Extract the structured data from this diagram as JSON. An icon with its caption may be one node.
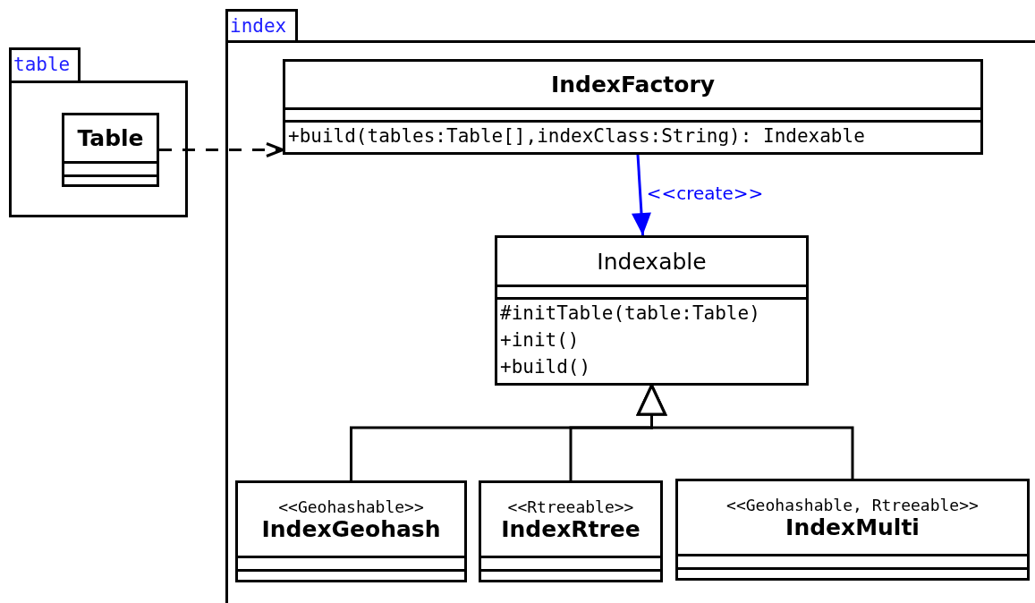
{
  "diagram": {
    "nodes": [
      {
        "text": [
          "table"
        ]
      },
      {
        "text": [
          "Table"
        ],
        "in": 0
      },
      {
        "text": [
          "index"
        ]
      },
      {
        "text": [
          "IndexFactory",
          "+build(tables:Table[],indexClass:String): Indexable"
        ],
        "in": 2
      },
      {
        "text": [
          "Indexable",
          "#initTable(table:Table)",
          "+init()",
          "+build()"
        ],
        "in": 2
      },
      {
        "text": [
          "<<Geohashable>>",
          "IndexGeohash"
        ],
        "in": 2
      },
      {
        "text": [
          "<<Rtreeable>>",
          "IndexRtree"
        ],
        "in": 2
      },
      {
        "text": [
          "<<Geohashable, Rtreeable>>",
          "IndexMulti"
        ],
        "in": 2
      }
    ],
    "edges": [
      {
        "from": 1,
        "to": 3,
        "arrow": "to",
        "style": "dashed"
      },
      {
        "from": 3,
        "to": 4,
        "arrow": "to",
        "label": "<<create>>",
        "color": "#0000ff"
      },
      {
        "from": 5,
        "to": 4,
        "arrow": "to"
      },
      {
        "from": 6,
        "to": 4,
        "arrow": "to"
      },
      {
        "from": 7,
        "to": 4,
        "arrow": "to"
      }
    ]
  }
}
